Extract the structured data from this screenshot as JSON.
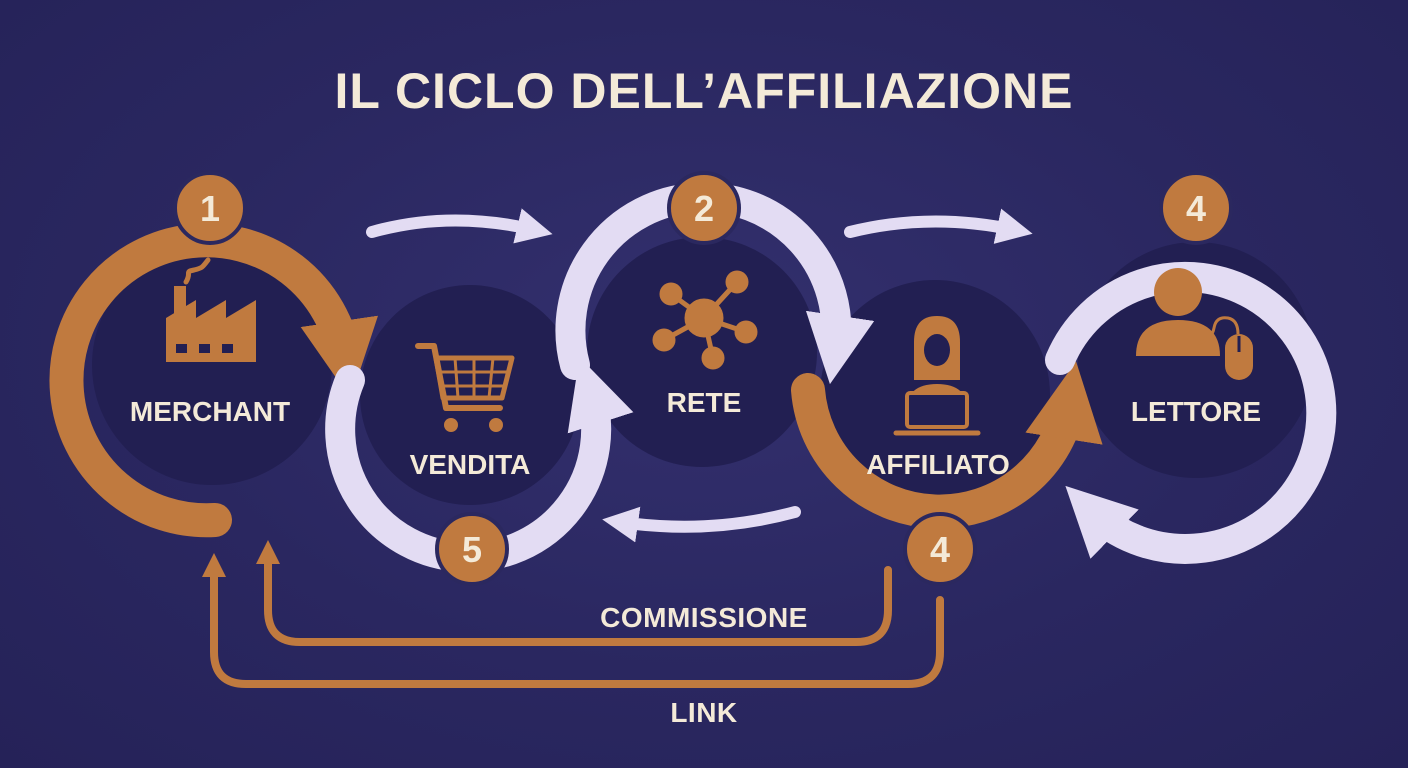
{
  "title": "IL CICLO DELL’AFFILIAZIONE",
  "colors": {
    "background": "#2b285f",
    "circle_fill": "#221f52",
    "orange": "#c07a3f",
    "lavender": "#e3dcf3",
    "text": "#f4ead8"
  },
  "nodes": [
    {
      "id": "merchant",
      "label": "MERCHANT",
      "icon": "factory-icon"
    },
    {
      "id": "vendita",
      "label": "VENDITA",
      "icon": "shopping-cart-icon"
    },
    {
      "id": "rete",
      "label": "RETE",
      "icon": "network-icon"
    },
    {
      "id": "affiliato",
      "label": "AFFILIATO",
      "icon": "person-laptop-icon"
    },
    {
      "id": "lettore",
      "label": "LETTORE",
      "icon": "user-mouse-icon"
    }
  ],
  "badges": [
    "1",
    "2",
    "4",
    "4",
    "5"
  ],
  "flows": {
    "commissione": "COMMISSIONE",
    "link": "LINK"
  }
}
